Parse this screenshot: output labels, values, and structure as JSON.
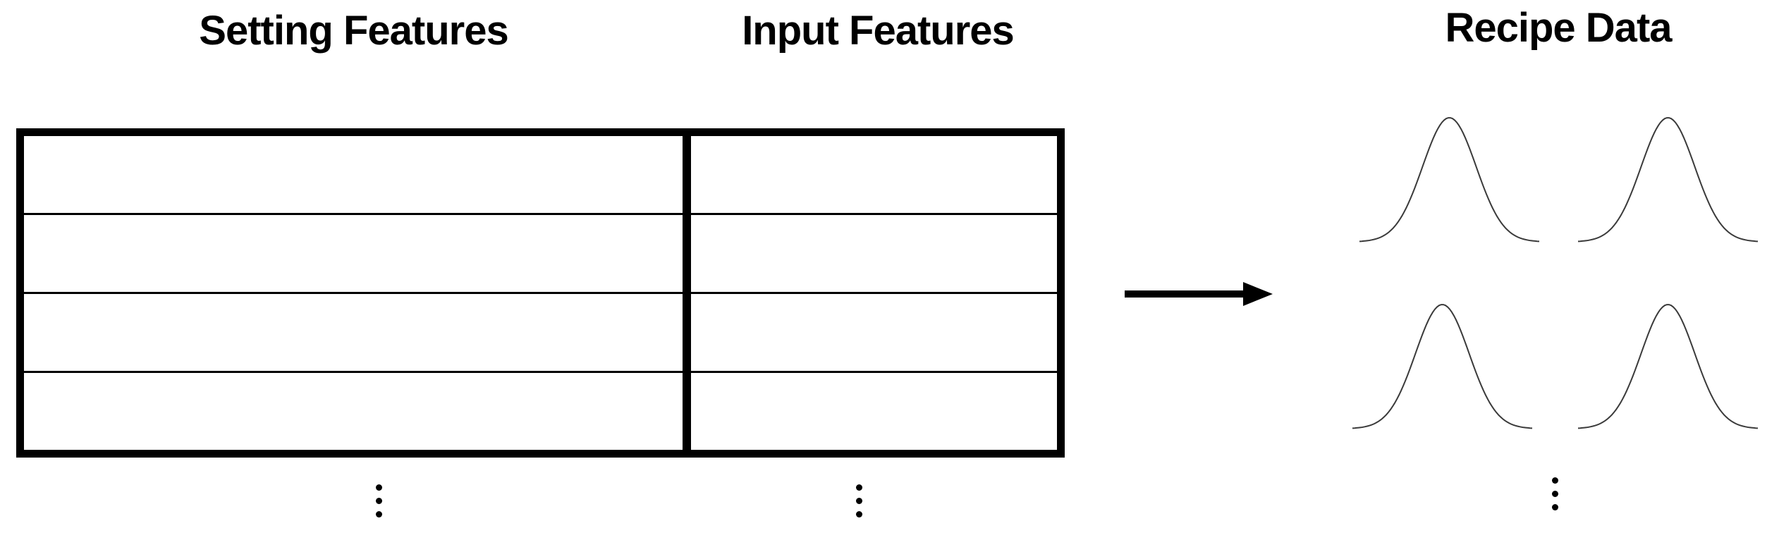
{
  "figure": {
    "background": "#ffffff",
    "ink_color": "#000000",
    "curve_color": "#3a3a3a"
  },
  "table_panel": {
    "columns": [
      {
        "label": "Setting Features",
        "rows": [
          "",
          "",
          "",
          ""
        ]
      },
      {
        "label": "Input Features",
        "rows": [
          "",
          "",
          "",
          ""
        ]
      }
    ],
    "row_count": 4,
    "continuation_icons": [
      "vertical-ellipsis",
      "vertical-ellipsis"
    ]
  },
  "arrow": {
    "icon": "right-arrow",
    "direction": "right"
  },
  "recipe_panel": {
    "title": "Recipe Data",
    "curve_grid": {
      "rows": 2,
      "cols": 2,
      "icon": "gaussian-bell-curve",
      "curves": [
        {
          "id": "distribution-1",
          "shape": "gaussian"
        },
        {
          "id": "distribution-2",
          "shape": "gaussian"
        },
        {
          "id": "distribution-3",
          "shape": "gaussian"
        },
        {
          "id": "distribution-4",
          "shape": "gaussian"
        }
      ]
    },
    "continuation_icon": "vertical-ellipsis"
  }
}
